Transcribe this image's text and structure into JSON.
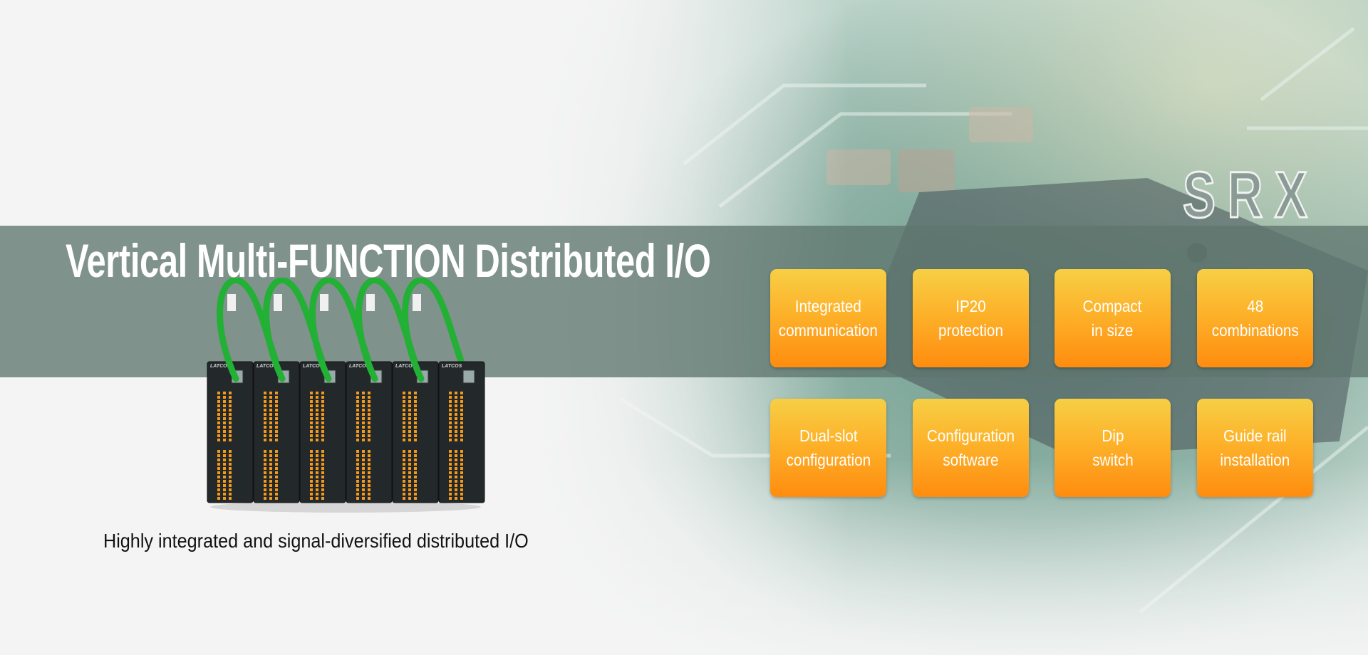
{
  "hero": {
    "title": "Vertical Multi-FUNCTION Distributed I/O",
    "series_label": "SRX",
    "subtitle": "Highly integrated and signal-diversified distributed I/O"
  },
  "features": [
    {
      "label": "Integrated\ncommunication"
    },
    {
      "label": "IP20\nprotection"
    },
    {
      "label": "Compact\nin size"
    },
    {
      "label": "48\ncombinations"
    },
    {
      "label": "Dual-slot\nconfiguration"
    },
    {
      "label": "Configuration\nsoftware"
    },
    {
      "label": "Dip\nswitch"
    },
    {
      "label": "Guide rail\ninstallation"
    }
  ],
  "product": {
    "module_count": 6,
    "brand_mark": "LATCOS"
  },
  "colors": {
    "accent_top": "#f6cf45",
    "accent_bottom": "#ff8c0f",
    "band": "#5f766e",
    "cable": "#22b035"
  }
}
